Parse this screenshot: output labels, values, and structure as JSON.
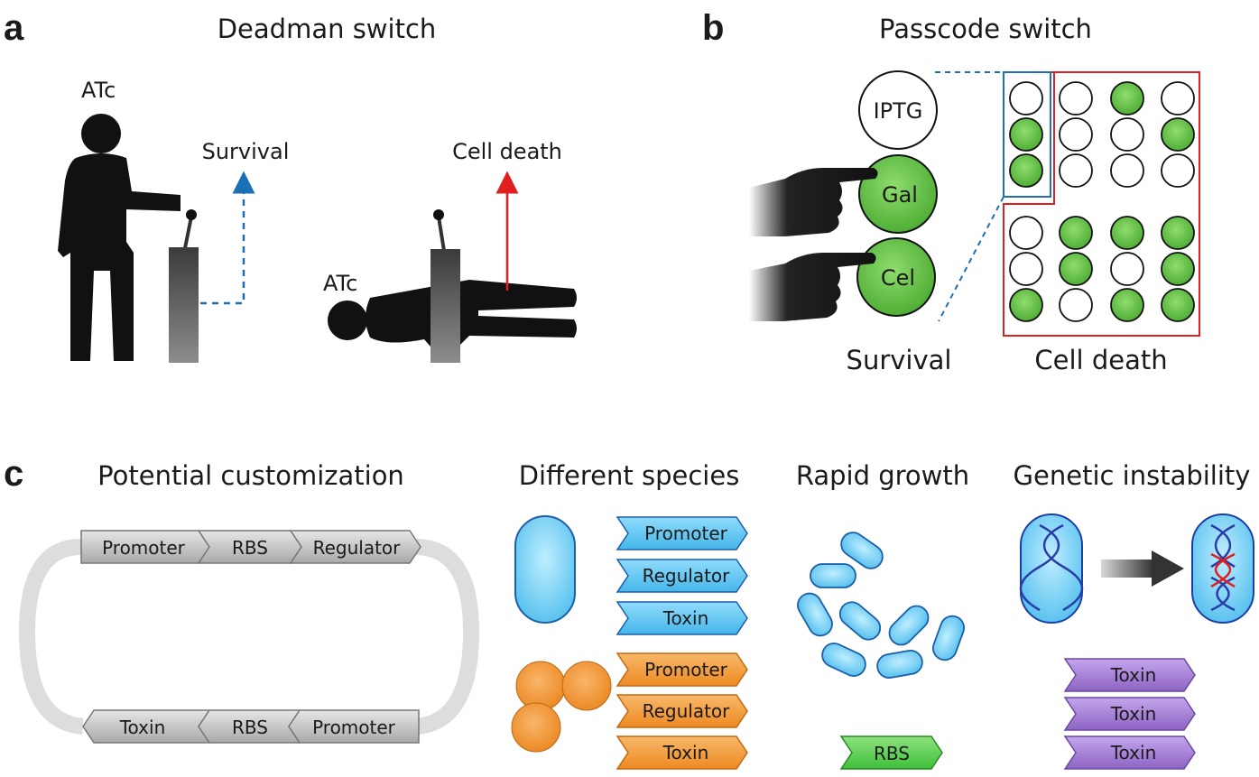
{
  "panel_a": {
    "letter": "a",
    "title": "Deadman switch",
    "inducer_standing": "ATc",
    "inducer_lying": "ATc",
    "outcome_survival": "Survival",
    "outcome_death": "Cell death",
    "colors": {
      "survival_arrow": "#1a6fb5",
      "death_arrow": "#e02020"
    }
  },
  "panel_b": {
    "letter": "b",
    "title": "Passcode switch",
    "inputs": [
      "IPTG",
      "Gal",
      "Cel"
    ],
    "outcome_survival": "Survival",
    "outcome_death": "Cell death",
    "grid_states": [
      [
        [
          0,
          1,
          1
        ],
        [
          0,
          0,
          0
        ],
        [
          1,
          0,
          0
        ],
        [
          0,
          1,
          0
        ]
      ],
      [
        [
          0,
          0,
          1
        ],
        [
          1,
          1,
          0
        ],
        [
          1,
          0,
          1
        ],
        [
          1,
          1,
          1
        ]
      ]
    ],
    "colors": {
      "on": "#6cc04a",
      "survival_box": "#1f6fb5",
      "death_box": "#e02020"
    }
  },
  "panel_c": {
    "letter": "c",
    "sections": {
      "customization": {
        "title": "Potential customization",
        "top_parts": [
          "Promoter",
          "RBS",
          "Regulator"
        ],
        "bottom_parts": [
          "Toxin",
          "RBS",
          "Promoter"
        ]
      },
      "species": {
        "title": "Different species",
        "blue_parts": [
          "Promoter",
          "Regulator",
          "Toxin"
        ],
        "orange_parts": [
          "Promoter",
          "Regulator",
          "Toxin"
        ]
      },
      "growth": {
        "title": "Rapid growth",
        "part": "RBS"
      },
      "instability": {
        "title": "Genetic instability",
        "parts": [
          "Toxin",
          "Toxin",
          "Toxin"
        ]
      }
    },
    "colors": {
      "blue": "#5fc5f0",
      "orange": "#f0922e",
      "green": "#5ccf52",
      "purple": "#a07ad0",
      "gray": "#b8b8b8"
    }
  }
}
